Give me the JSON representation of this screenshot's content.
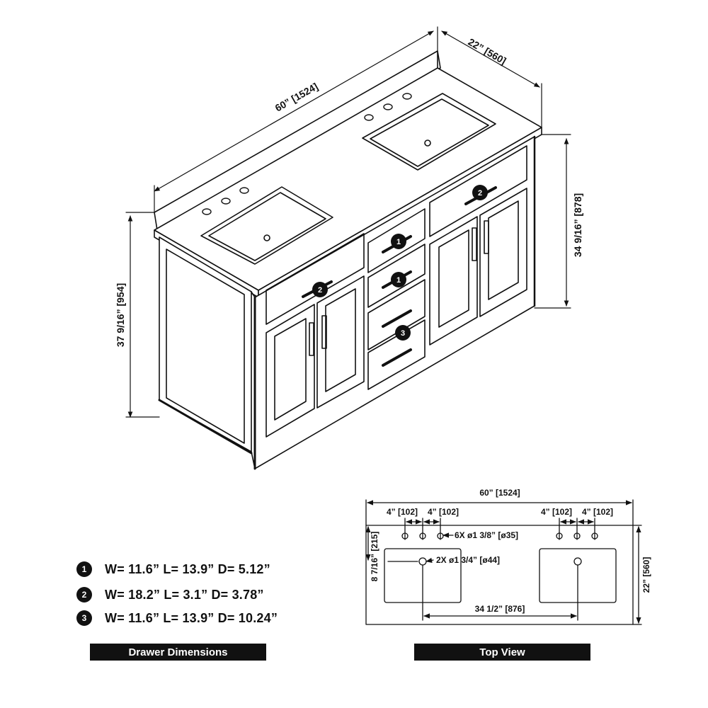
{
  "iso": {
    "width": "60” [1524]",
    "depth": "22” [560]",
    "total_height": "37 9/16” [954]",
    "counter_height": "34 9/16” [878]",
    "badges": [
      "1",
      "1",
      "2",
      "2",
      "3"
    ]
  },
  "legend": [
    {
      "badge": "1",
      "text": "W= 11.6” L= 13.9” D= 5.12”"
    },
    {
      "badge": "2",
      "text": "W= 18.2” L= 3.1” D= 3.78”"
    },
    {
      "badge": "3",
      "text": "W= 11.6” L= 13.9” D= 10.24”"
    }
  ],
  "top_view": {
    "width": "60” [1524]",
    "spacing_left_1": "4” [102]",
    "spacing_left_2": "4” [102]",
    "spacing_right_1": "4” [102]",
    "spacing_right_2": "4” [102]",
    "faucet_holes": "6X ø1 3/8” [ø35]",
    "drain_holes": "2X ø1 3/4” [ø44]",
    "offset": "8 7/16” [215]",
    "depth": "22” [560]",
    "sink_spacing": "34 1/2” [876]"
  },
  "captions": {
    "drawer_dimensions": "Drawer Dimensions",
    "top_view": "Top View"
  }
}
